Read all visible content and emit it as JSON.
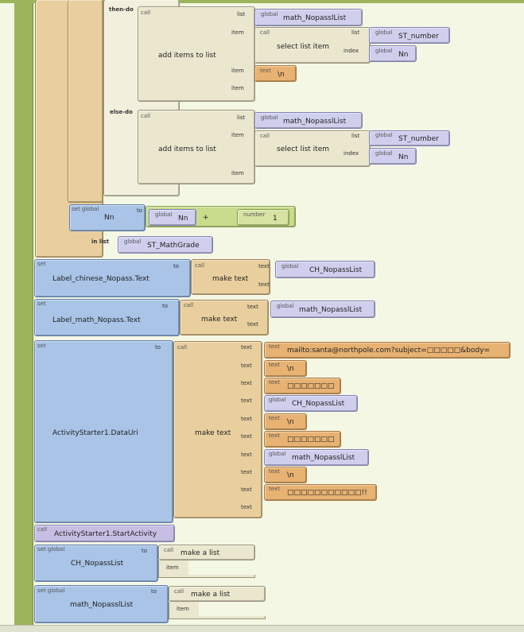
{
  "workspace": {
    "bg": "#f4f7e4",
    "rail": "#9cb55c"
  },
  "ifblock": {
    "then_do": "then-do",
    "else_do": "else-do"
  },
  "then_add": {
    "call": "call",
    "title": "add items to list",
    "list_sock": "list",
    "item_sock": "item",
    "global": "global",
    "list_var": "math_NopasslList",
    "select": {
      "call": "call",
      "title": "select list item",
      "list_sock": "list",
      "index_sock": "index",
      "list_var": "ST_number",
      "index_var": "Nn"
    },
    "text_tag": "text",
    "text_val": "\\n"
  },
  "else_add": {
    "call": "call",
    "title": "add items to list",
    "list_sock": "list",
    "item_sock": "item",
    "global": "global",
    "list_var": "math_NopasslList",
    "select": {
      "call": "call",
      "title": "select list item",
      "list_sock": "list",
      "index_sock": "index",
      "list_var": "ST_number",
      "index_var": "Nn"
    }
  },
  "set_nn": {
    "set_global": "set global",
    "name": "Nn",
    "to": "to",
    "global": "global",
    "var": "Nn",
    "op": "+",
    "number_tag": "number",
    "number": "1"
  },
  "in_list": {
    "label": "in list",
    "global": "global",
    "var": "ST_MathGrade"
  },
  "set_chinese": {
    "set": "set",
    "target": "Label_chinese_Nopass.Text",
    "to": "to",
    "call": "call",
    "title": "make text",
    "text1": "text",
    "text2": "text",
    "global": "global",
    "var": "CH_NopassList"
  },
  "set_math": {
    "set": "set",
    "target": "Label_math_Nopass.Text",
    "to": "to",
    "call": "call",
    "title": "make text",
    "text1": "text",
    "text2": "text",
    "global": "global",
    "var": "math_NopasslList"
  },
  "set_uri": {
    "set": "set",
    "target": "ActivityStarter1.DataUri",
    "to": "to",
    "call": "call",
    "title": "make text",
    "text_label": "text",
    "items": [
      {
        "tag": "text",
        "value": "mailto:santa@northpole.com?subject=□□□□□&body="
      },
      {
        "tag": "text",
        "value": "\\n"
      },
      {
        "tag": "text",
        "value": "□□□□□□□"
      },
      {
        "tag": "global",
        "value": "CH_NopassList"
      },
      {
        "tag": "text",
        "value": "\\n"
      },
      {
        "tag": "text",
        "value": "□□□□□□□"
      },
      {
        "tag": "global",
        "value": "math_NopasslList"
      },
      {
        "tag": "text",
        "value": "\\n"
      },
      {
        "tag": "text",
        "value": "□□□□□□□□□□□!!"
      },
      {
        "tag": "",
        "value": ""
      }
    ]
  },
  "start_activity": {
    "call": "call",
    "title": "ActivityStarter1.StartActivity"
  },
  "set_ch_list": {
    "set_global": "set global",
    "name": "CH_NopassList",
    "to": "to",
    "call": "call",
    "title": "make a list",
    "item": "item"
  },
  "set_math_list": {
    "set_global": "set global",
    "name": "math_NopasslList",
    "to": "to",
    "call": "call",
    "title": "make a list",
    "item": "item"
  }
}
